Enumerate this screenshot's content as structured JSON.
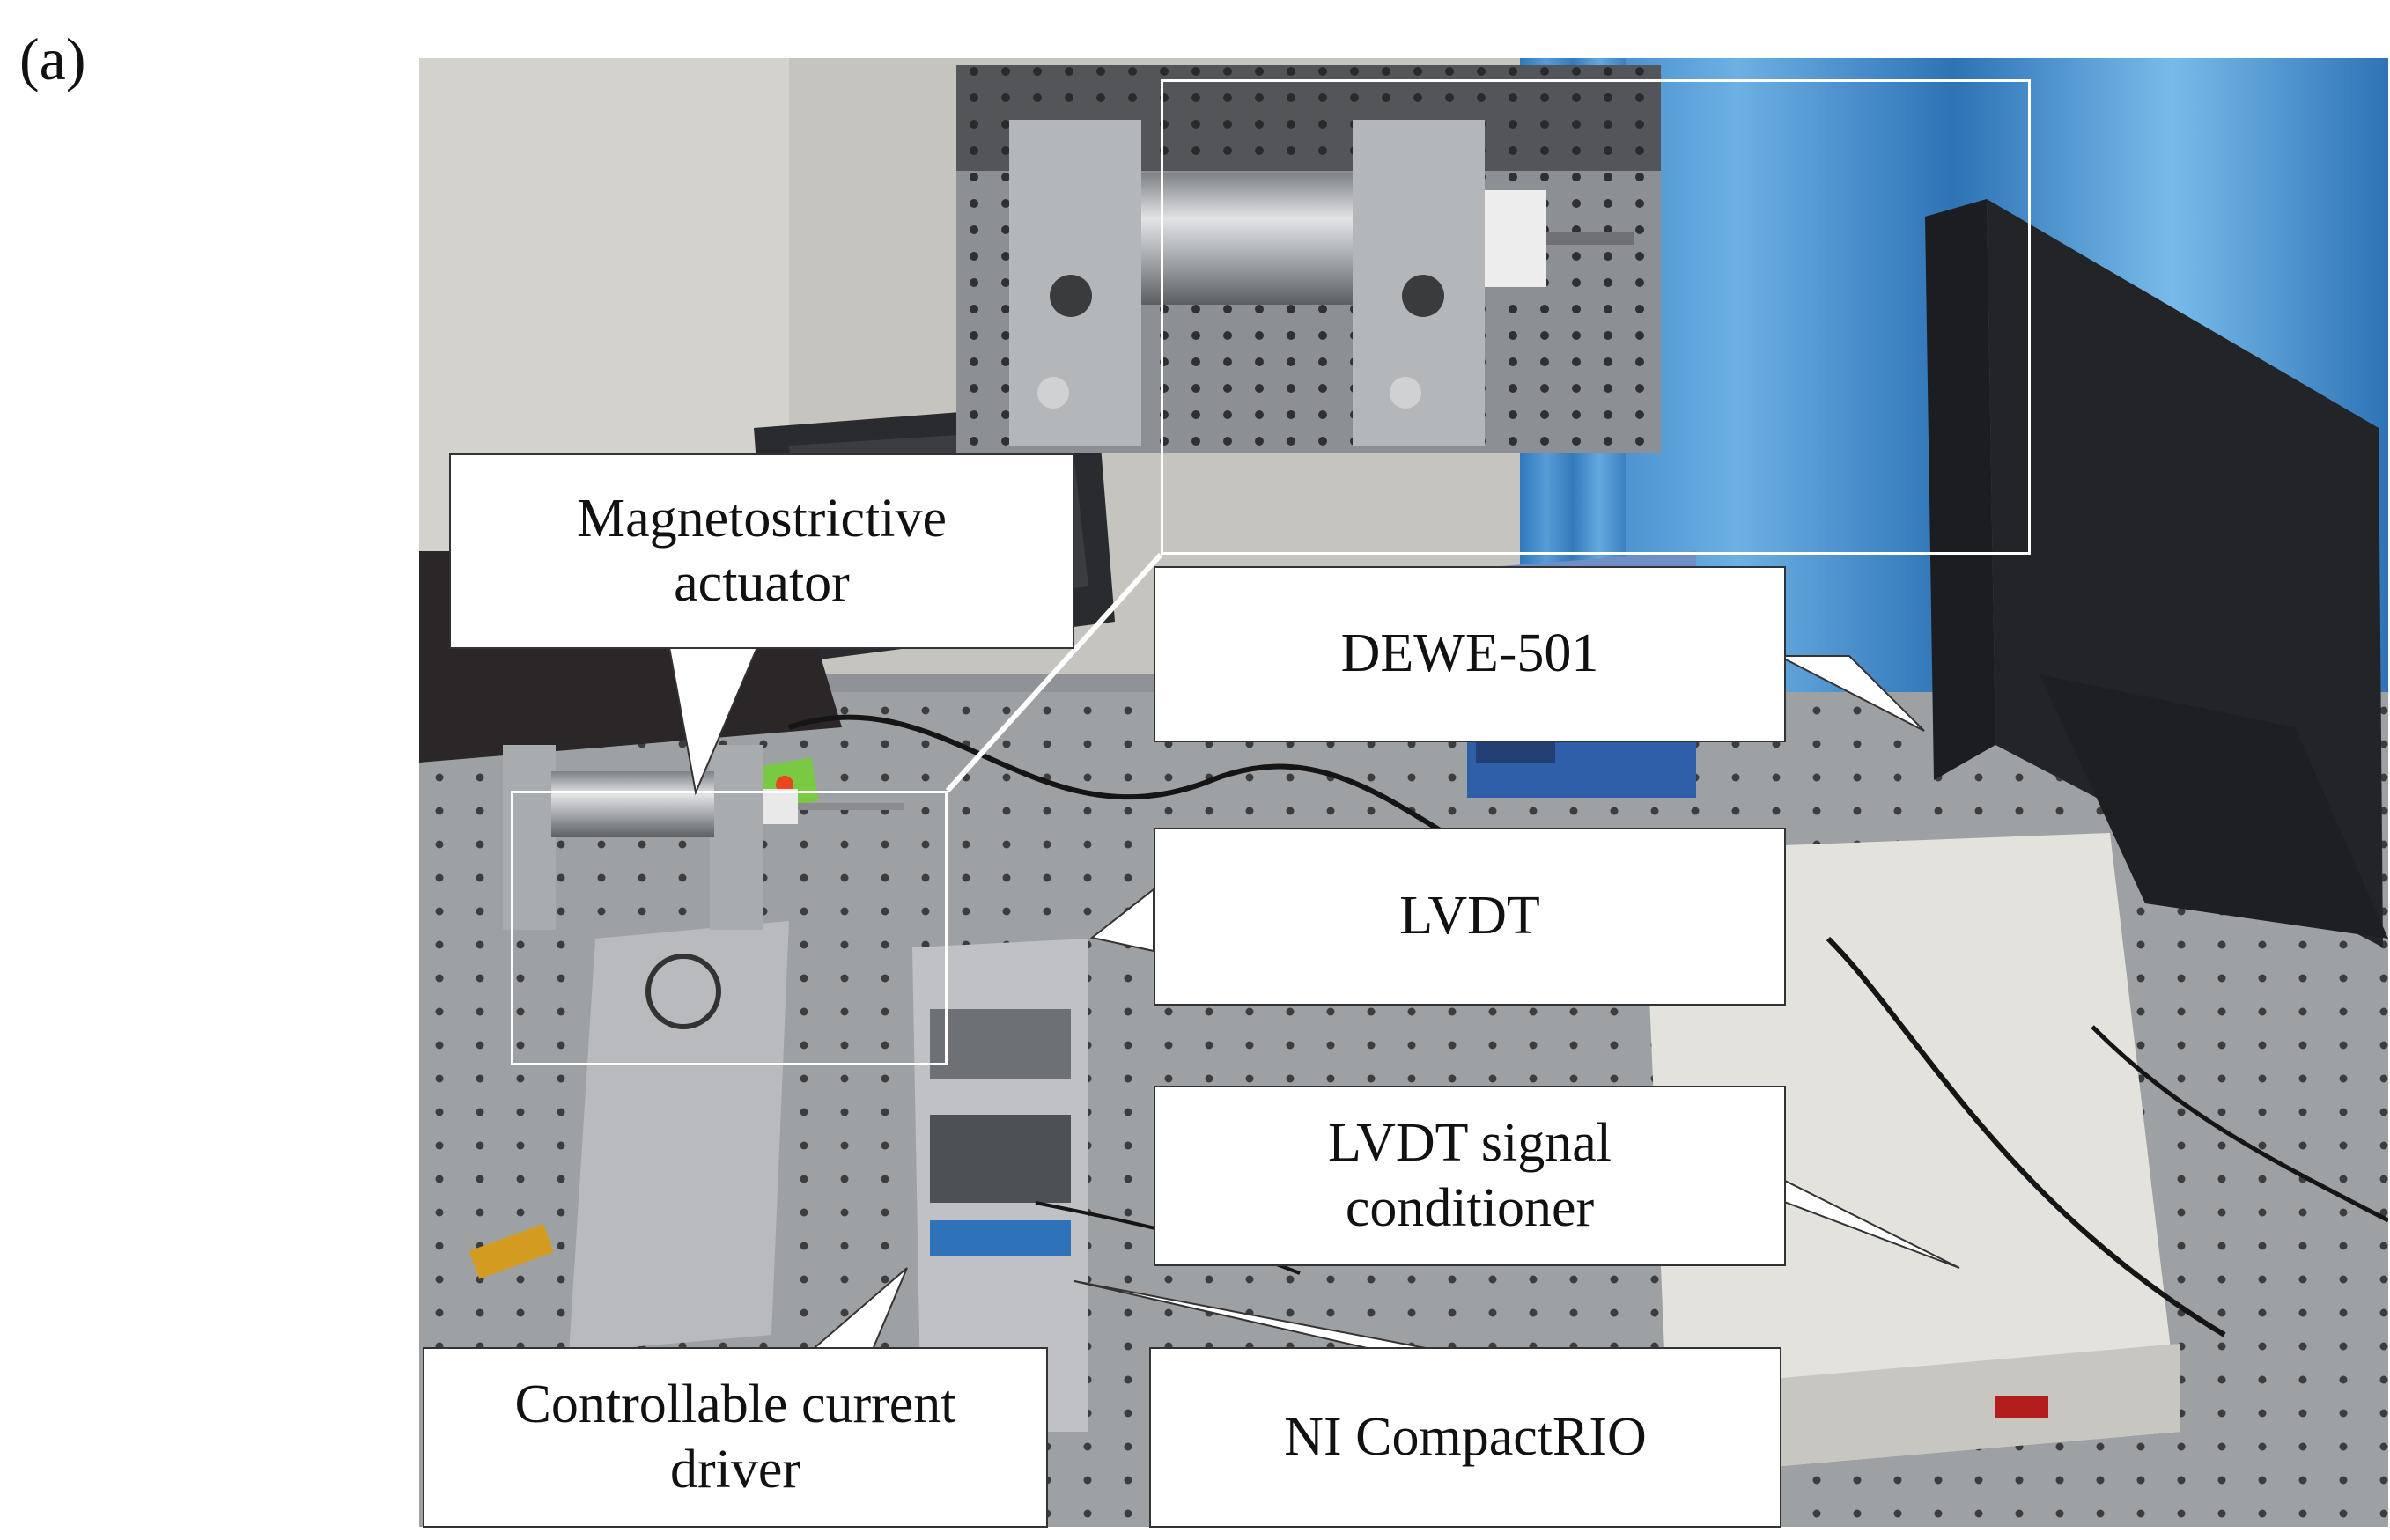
{
  "panel_label": "(a)",
  "callouts": {
    "actuator": "Magnetostrictive\nactuator",
    "dewe": "DEWE-501",
    "lvdt": "LVDT",
    "conditioner": "LVDT signal\nconditioner",
    "driver": "Controllable current\ndriver",
    "compactrio": "NI CompactRIO"
  },
  "colors": {
    "table": "#9ea1a4",
    "curtain": "#3f88c8",
    "wall": "#c9c7c2",
    "monitor": "#1c1d20",
    "dewe_case": "#2f5fa8",
    "conditioner_case": "#e4e2dc",
    "actuator_metal": "#b9bcbf"
  }
}
